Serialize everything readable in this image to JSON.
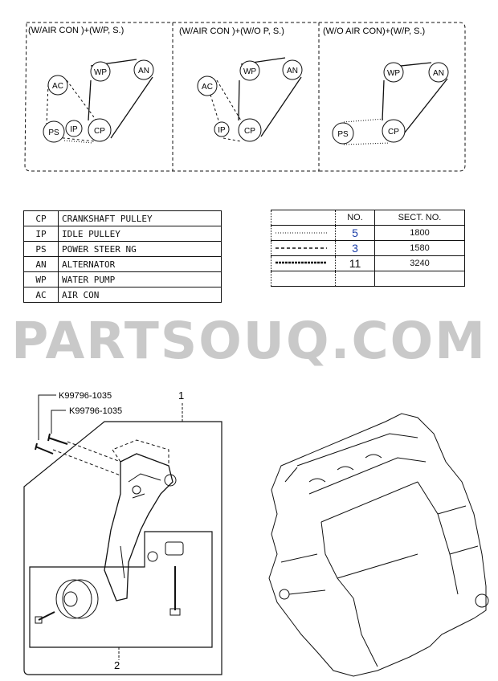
{
  "belt_layouts": [
    {
      "caption": "(W/AIR CON )+(W/P, S.)",
      "pulleys": [
        "AC",
        "WP",
        "AN",
        "PS",
        "IP",
        "CP"
      ]
    },
    {
      "caption": "(W/AIR CON )+(W/O P, S.)",
      "pulleys": [
        "AC",
        "WP",
        "AN",
        "IP",
        "CP"
      ]
    },
    {
      "caption": "(W/O AIR CON)+(W/P, S.)",
      "pulleys": [
        "WP",
        "AN",
        "PS",
        "CP"
      ]
    }
  ],
  "legend": [
    {
      "code": "CP",
      "name": "CRANKSHAFT PULLEY"
    },
    {
      "code": "IP",
      "name": "IDLE PULLEY"
    },
    {
      "code": "PS",
      "name": "POWER STEER NG"
    },
    {
      "code": "AN",
      "name": "ALTERNATOR"
    },
    {
      "code": "WP",
      "name": "WATER PUMP"
    },
    {
      "code": "AC",
      "name": "AIR CON"
    }
  ],
  "belt_table": {
    "headers": [
      "NO.",
      "SECT. NO."
    ],
    "rows": [
      {
        "line": "dotted",
        "no": "5",
        "sect": "1800"
      },
      {
        "line": "dashed",
        "no": "3",
        "sect": "1580"
      },
      {
        "line": "dash-dot",
        "no": "11",
        "sect": "3240"
      },
      {
        "line": "",
        "no": "",
        "sect": ""
      }
    ]
  },
  "watermark": "PARTSOUQ.COM",
  "parts": {
    "bolt_1": "K99796-1035",
    "bolt_2": "K99796-1035",
    "ref_1": "1",
    "ref_2": "2"
  }
}
